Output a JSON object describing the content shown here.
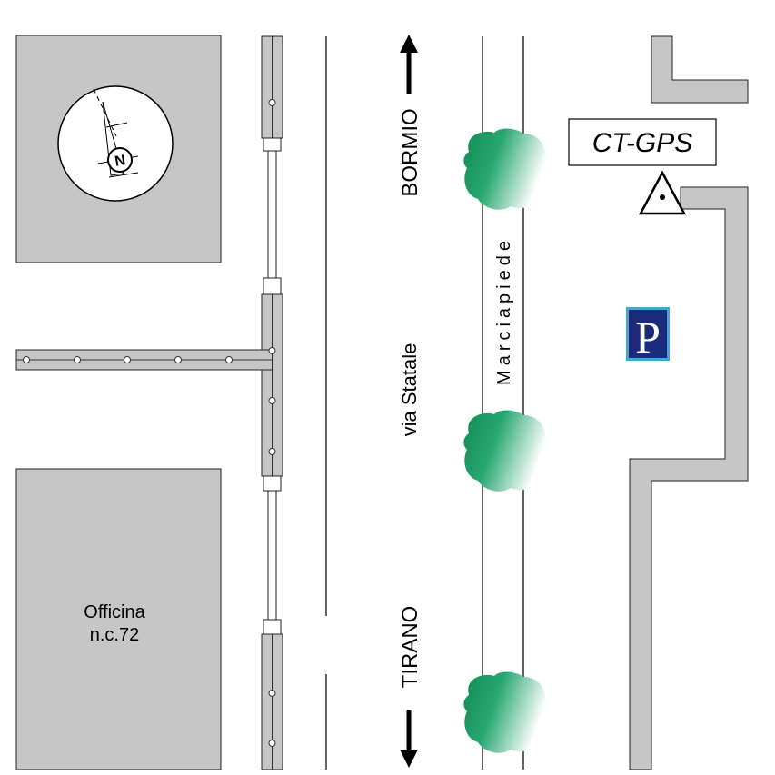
{
  "map": {
    "building_label_line1": "Officina",
    "building_label_line2": "n.c.72",
    "direction_north": "BORMIO",
    "direction_south": "TIRANO",
    "road_name": "via Statale",
    "sidewalk_label": "Marciapiede",
    "station_label": "CT-GPS",
    "compass_letter": "N",
    "parking_letter": "P"
  },
  "colors": {
    "building_fill": "#c6c6c6",
    "tree_dark": "#0e8a52",
    "tree_light": "#ffffff",
    "parking_bg": "#1b2a7a",
    "parking_border": "#4aa3d8"
  }
}
